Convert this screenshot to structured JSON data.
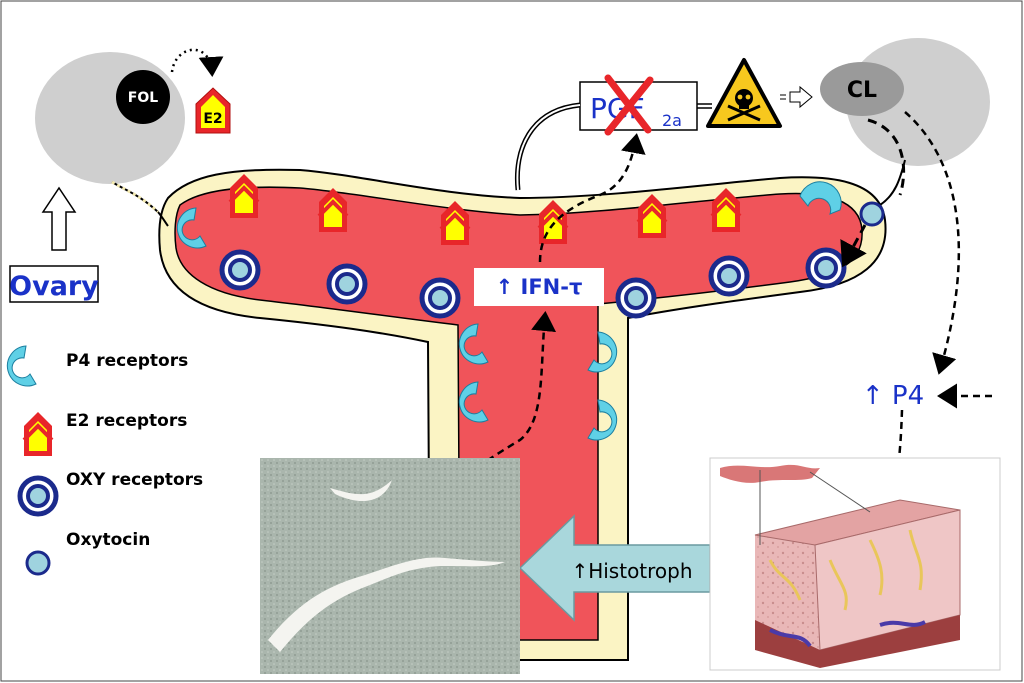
{
  "ovary_left": {
    "follicle_label": "FOL",
    "estradiol_label": "E2"
  },
  "ovary_title": "Ovary",
  "corpus_luteum_label": "CL",
  "pgf": {
    "main": "PGF",
    "sub": "2a"
  },
  "ifn_label": "↑ IFN-τ",
  "p4_label": "↑ P4",
  "histotroph_label": "↑Histotroph",
  "legend": {
    "p4_receptors": "P4 receptors",
    "e2_receptors": "E2 receptors",
    "oxy_receptors": "OXY receptors",
    "oxytocin": "Oxytocin"
  },
  "colors": {
    "uterus_lumen": "#f0545a",
    "uterus_wall": "#fbf4c4",
    "ovary": "#cfcfcf",
    "p4_receptor": "#5fd0e6",
    "e2_outer": "#e8262a",
    "e2_inner": "#ffff00",
    "oxy_ring": "#1b2a8c",
    "oxy_fill": "#9fd3df",
    "histotroph_arrow": "#a9d7dc",
    "blue_text": "#1a32c8"
  }
}
